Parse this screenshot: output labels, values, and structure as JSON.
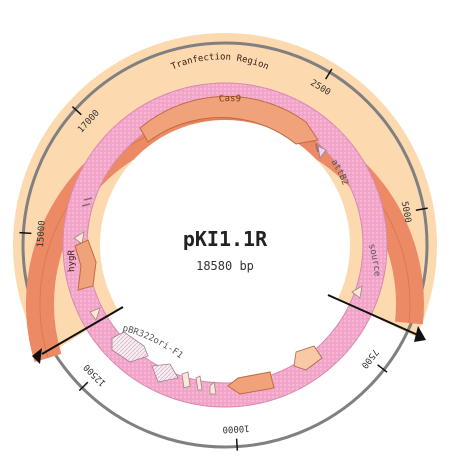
{
  "plasmid": {
    "name": "pKI1.1R",
    "length_label": "18580 bp",
    "length_bp": 18580
  },
  "colors": {
    "background_halo": "#fdd9b0",
    "region_band": "#ec8a65",
    "insert_ring": "#f4a6ca",
    "insert_ring_edge": "#d889b0",
    "outer_ruler": "#808080",
    "arrow_fill": "#f0a37a",
    "arrow_edge": "#c06a40",
    "marker_fill": "#f9c9a6",
    "white_arrow": "#f7ecf2"
  },
  "ruler": {
    "ticks": [
      {
        "bp": 2500,
        "label": "2500"
      },
      {
        "bp": 5000,
        "label": "5000"
      },
      {
        "bp": 7500,
        "label": "7500"
      },
      {
        "bp": 10000,
        "label": "10000"
      },
      {
        "bp": 12500,
        "label": "12500"
      },
      {
        "bp": 15000,
        "label": "15000"
      },
      {
        "bp": 17000,
        "label": "17000"
      }
    ]
  },
  "features": [
    {
      "id": "tranfection-region",
      "label": "Tranfection Region",
      "kind": "band"
    },
    {
      "id": "cas9",
      "label": "Cas9",
      "kind": "arrow"
    },
    {
      "id": "attb2",
      "label": "attB2",
      "kind": "marker"
    },
    {
      "id": "source",
      "label": "source",
      "kind": "ring"
    },
    {
      "id": "hygr",
      "label": "hygR",
      "kind": "arrow"
    },
    {
      "id": "pbr322ori-f1",
      "label": "pBR322ori-F1",
      "kind": "arrow"
    }
  ]
}
